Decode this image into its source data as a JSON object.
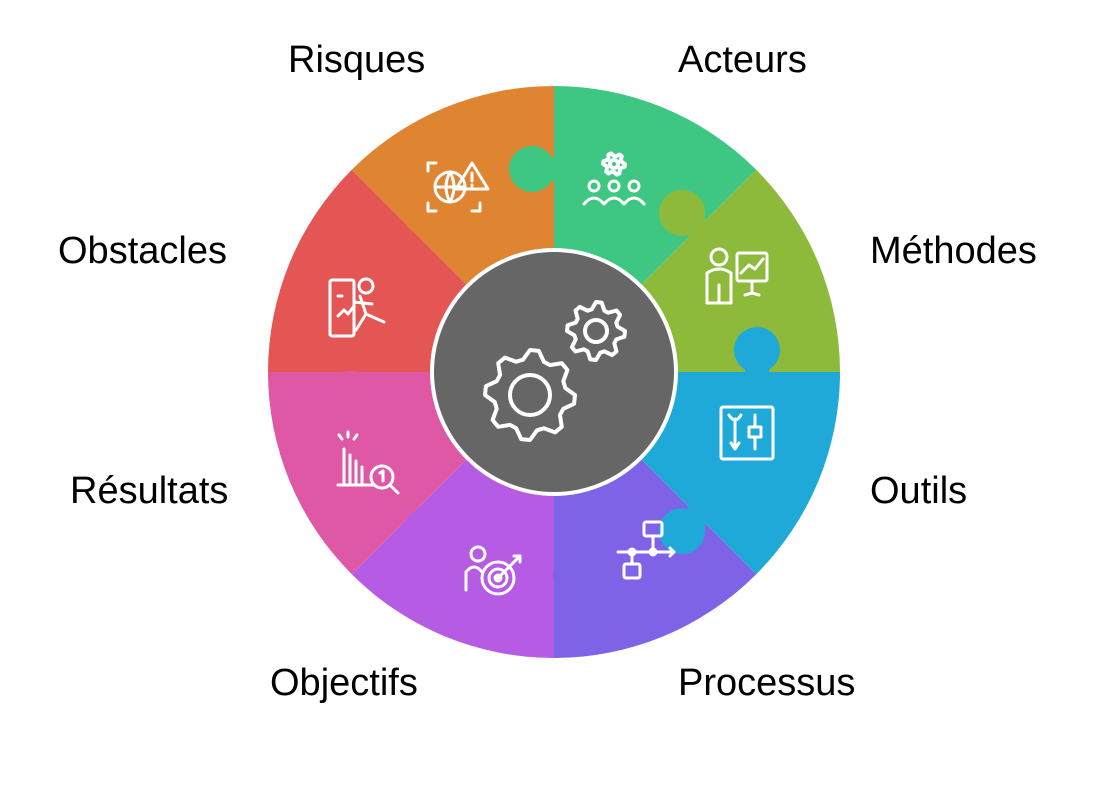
{
  "diagram": {
    "segments": [
      {
        "id": "acteurs",
        "label": "Acteurs",
        "color": "#3EC683",
        "label_color": "#2E4A3E",
        "icon": "people-gear-icon"
      },
      {
        "id": "methodes",
        "label": "Méthodes",
        "color": "#8EBA3C",
        "label_color": "#3A4527",
        "icon": "presenter-chart-icon"
      },
      {
        "id": "outils",
        "label": "Outils",
        "color": "#1FA9D9",
        "label_color": "#2C4148",
        "icon": "toolbox-icon"
      },
      {
        "id": "processus",
        "label": "Processus",
        "color": "#7E63E6",
        "label_color": "#3D3358",
        "icon": "flowchart-icon"
      },
      {
        "id": "objectifs",
        "label": "Objectifs",
        "color": "#B65BE3",
        "label_color": "#4A3056",
        "icon": "person-target-icon"
      },
      {
        "id": "resultats",
        "label": "Résultats",
        "color": "#DE58A6",
        "label_color": "#4F2D3E",
        "icon": "chart-magnifier-icon"
      },
      {
        "id": "obstacles",
        "label": "Obstacles",
        "color": "#E45654",
        "label_color": "#4F2F2D",
        "icon": "person-stumble-icon"
      },
      {
        "id": "risques",
        "label": "Risques",
        "color": "#DF8431",
        "label_color": "#4A3A2C",
        "icon": "risk-warning-icon"
      }
    ],
    "center": {
      "color": "#666666",
      "icon": "gears-icon"
    }
  }
}
